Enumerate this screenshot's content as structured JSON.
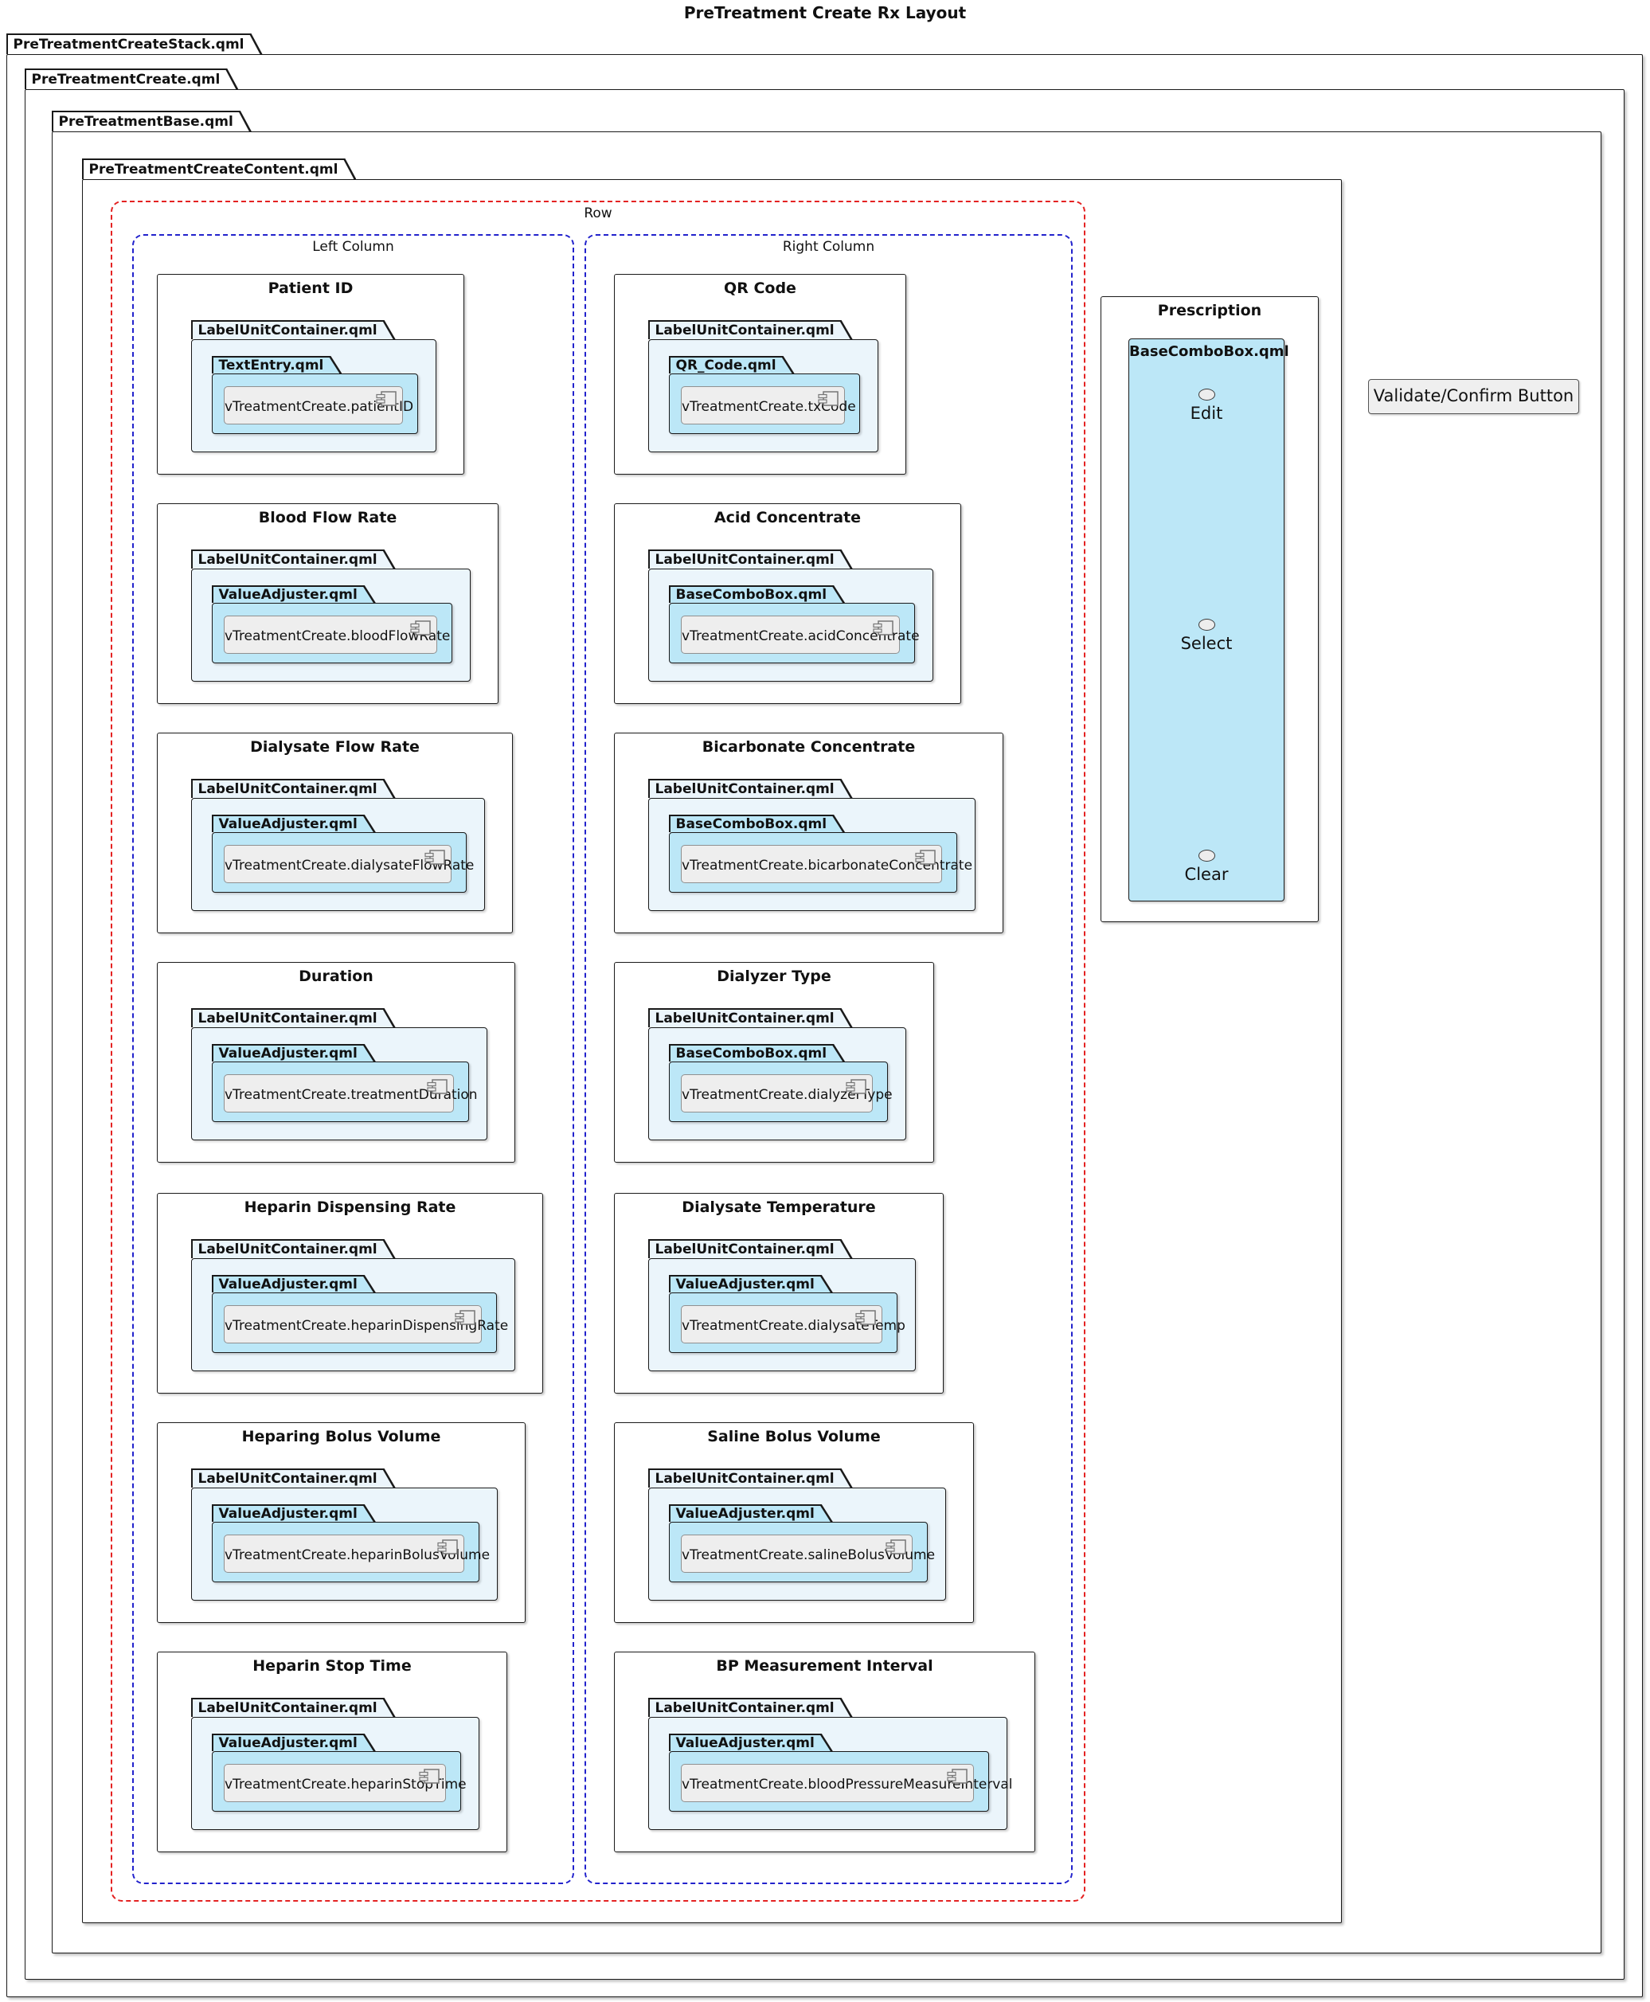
{
  "title": "PreTreatment Create Rx Layout",
  "frames": {
    "stack": "PreTreatmentCreateStack.qml",
    "create": "PreTreatmentCreate.qml",
    "base": "PreTreatmentBase.qml",
    "content": "PreTreatmentCreateContent.qml"
  },
  "row_label": "Row",
  "columns": {
    "left": {
      "label": "Left Column",
      "items": [
        {
          "title": "Patient ID",
          "container": "LabelUnitContainer.qml",
          "widget": "TextEntry.qml",
          "component": "vTreatmentCreate.patientID"
        },
        {
          "title": "Blood Flow Rate",
          "container": "LabelUnitContainer.qml",
          "widget": "ValueAdjuster.qml",
          "component": "vTreatmentCreate.bloodFlowRate"
        },
        {
          "title": "Dialysate Flow Rate",
          "container": "LabelUnitContainer.qml",
          "widget": "ValueAdjuster.qml",
          "component": "vTreatmentCreate.dialysateFlowRate"
        },
        {
          "title": "Duration",
          "container": "LabelUnitContainer.qml",
          "widget": "ValueAdjuster.qml",
          "component": "vTreatmentCreate.treatmentDuration"
        },
        {
          "title": "Heparin Dispensing Rate",
          "container": "LabelUnitContainer.qml",
          "widget": "ValueAdjuster.qml",
          "component": "vTreatmentCreate.heparinDispensingRate"
        },
        {
          "title": "Heparing Bolus Volume",
          "container": "LabelUnitContainer.qml",
          "widget": "ValueAdjuster.qml",
          "component": "vTreatmentCreate.heparinBolusVolume"
        },
        {
          "title": "Heparin Stop Time",
          "container": "LabelUnitContainer.qml",
          "widget": "ValueAdjuster.qml",
          "component": "vTreatmentCreate.heparinStopTime"
        }
      ]
    },
    "right": {
      "label": "Right Column",
      "items": [
        {
          "title": "QR Code",
          "container": "LabelUnitContainer.qml",
          "widget": "QR_Code.qml",
          "component": "vTreatmentCreate.txCode"
        },
        {
          "title": "Acid Concentrate",
          "container": "LabelUnitContainer.qml",
          "widget": "BaseComboBox.qml",
          "component": "vTreatmentCreate.acidConcentrate"
        },
        {
          "title": "Bicarbonate Concentrate",
          "container": "LabelUnitContainer.qml",
          "widget": "BaseComboBox.qml",
          "component": "vTreatmentCreate.bicarbonateConcentrate"
        },
        {
          "title": "Dialyzer Type",
          "container": "LabelUnitContainer.qml",
          "widget": "BaseComboBox.qml",
          "component": "vTreatmentCreate.dialyzerType"
        },
        {
          "title": "Dialysate Temperature",
          "container": "LabelUnitContainer.qml",
          "widget": "ValueAdjuster.qml",
          "component": "vTreatmentCreate.dialysateTemp"
        },
        {
          "title": "Saline Bolus Volume",
          "container": "LabelUnitContainer.qml",
          "widget": "ValueAdjuster.qml",
          "component": "vTreatmentCreate.salineBolusVolume"
        },
        {
          "title": "BP Measurement Interval",
          "container": "LabelUnitContainer.qml",
          "widget": "ValueAdjuster.qml",
          "component": "vTreatmentCreate.bloodPressureMeasureInterval"
        }
      ]
    }
  },
  "prescription": {
    "title": "Prescription",
    "widget": "BaseComboBox.qml",
    "options": [
      "Edit",
      "Select",
      "Clear"
    ]
  },
  "validate_button": {
    "label": "Validate/Confirm Button"
  },
  "colors": {
    "container_fill": "#EBF5FB",
    "widget_fill": "#BCE7F7",
    "component_fill": "#EEEEEE",
    "row_border": "#E42222",
    "column_border": "#2222CC"
  }
}
